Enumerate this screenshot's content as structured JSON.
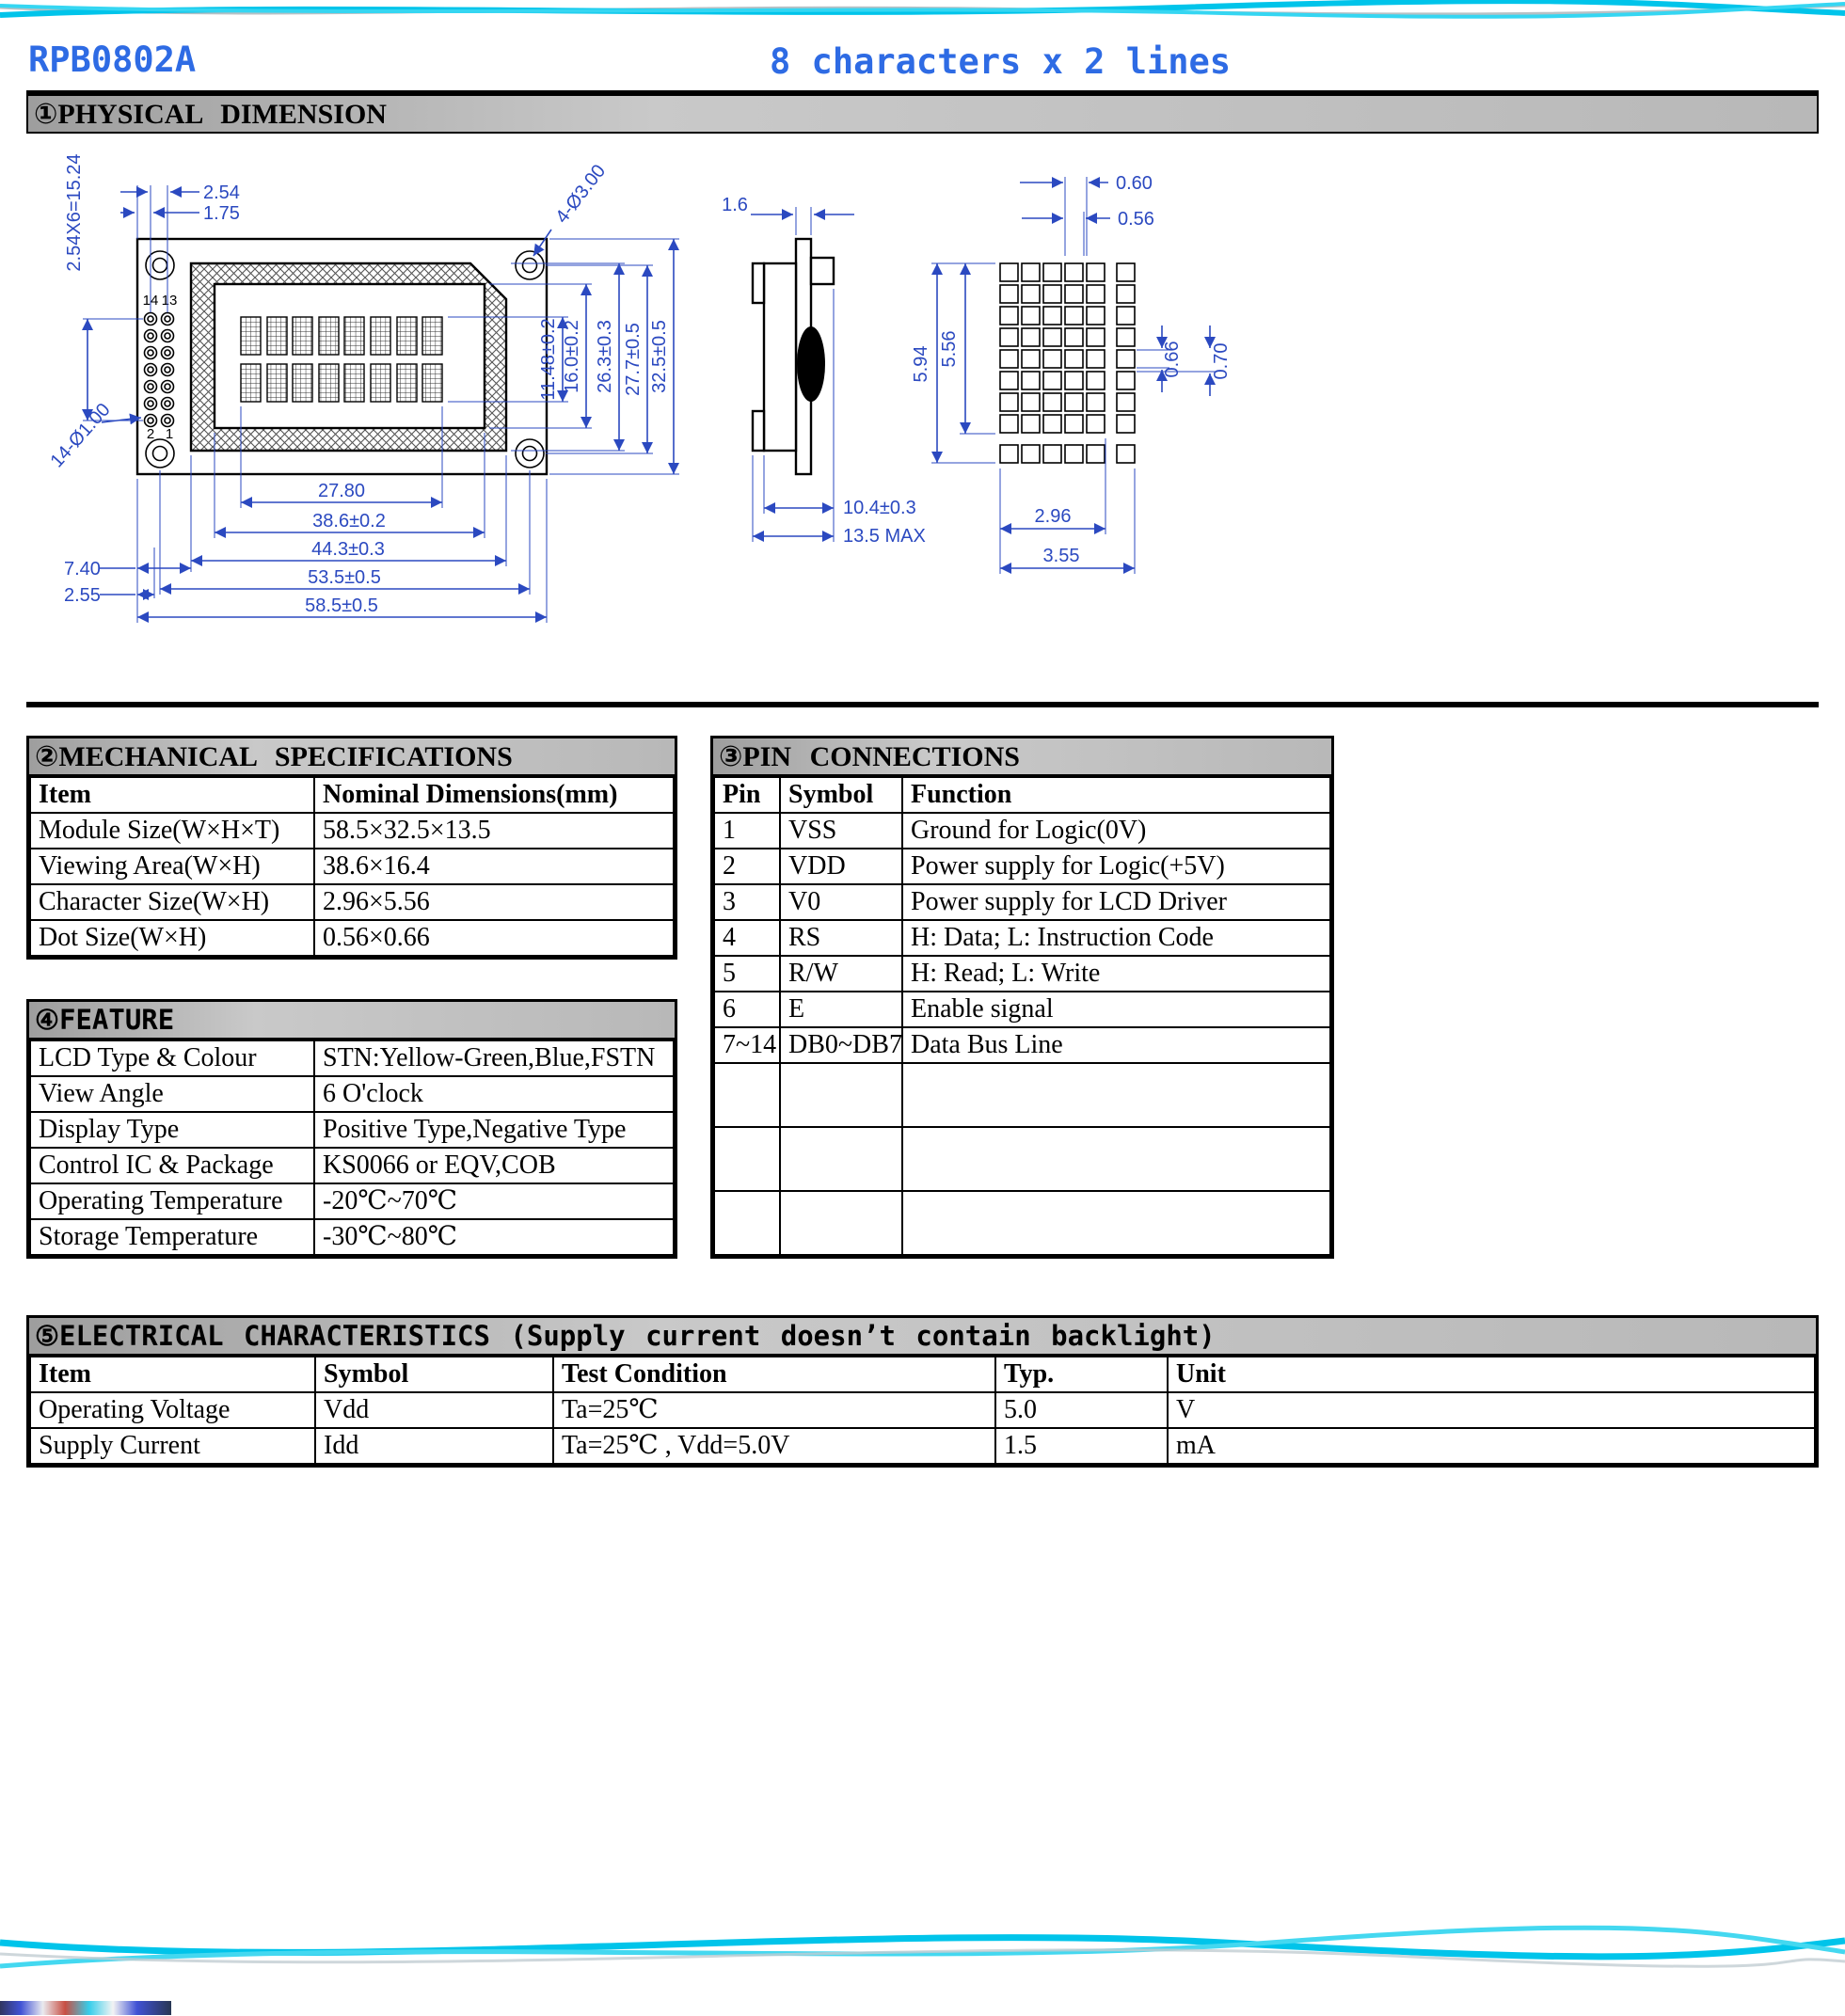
{
  "header": {
    "model": "RPB0802A",
    "subtitle": "8 characters x 2 lines"
  },
  "colors": {
    "accent_blue": "#2e6be4",
    "dimension_blue": "#2b49c0",
    "swoosh_cyan": "#00c4ea",
    "section_bar_gray": "#b8b8b8"
  },
  "sections": {
    "physical": {
      "title": "①PHYSICAL DIMENSION"
    },
    "mechanical": {
      "title": "②MECHANICAL SPECIFICATIONS",
      "headers": [
        "Item",
        "Nominal Dimensions(mm)"
      ],
      "rows": [
        [
          "Module Size(W×H×T)",
          "58.5×32.5×13.5"
        ],
        [
          "Viewing Area(W×H)",
          "38.6×16.4"
        ],
        [
          "Character Size(W×H)",
          "2.96×5.56"
        ],
        [
          "Dot Size(W×H)",
          "0.56×0.66"
        ]
      ]
    },
    "pins": {
      "title": "③PIN CONNECTIONS",
      "headers": [
        "Pin",
        "Symbol",
        "Function"
      ],
      "rows": [
        [
          "1",
          "VSS",
          "Ground for Logic(0V)"
        ],
        [
          "2",
          "VDD",
          "Power supply for Logic(+5V)"
        ],
        [
          "3",
          "V0",
          "Power supply for LCD Driver"
        ],
        [
          "4",
          "RS",
          "H: Data;  L: Instruction Code"
        ],
        [
          "5",
          "R/W",
          "H: Read;  L: Write"
        ],
        [
          "6",
          "E",
          "Enable signal"
        ],
        [
          "7~14",
          "DB0~DB7",
          "Data Bus Line"
        ],
        [
          "",
          "",
          ""
        ],
        [
          "",
          "",
          ""
        ],
        [
          "",
          "",
          ""
        ]
      ]
    },
    "feature": {
      "title": "④FEATURE",
      "rows": [
        [
          "LCD Type & Colour",
          "STN:Yellow-Green,Blue,FSTN"
        ],
        [
          "View Angle",
          "6 O'clock"
        ],
        [
          "Display Type",
          "Positive Type,Negative Type"
        ],
        [
          "Control IC & Package",
          "KS0066 or EQV,COB"
        ],
        [
          "Operating Temperature",
          "-20℃~70℃"
        ],
        [
          "Storage Temperature",
          "-30℃~80℃"
        ]
      ]
    },
    "electrical": {
      "title": "⑤ELECTRICAL CHARACTERISTICS (Supply current doesn’t contain backlight)",
      "headers": [
        "Item",
        "Symbol",
        "Test Condition",
        "Typ.",
        "Unit"
      ],
      "rows": [
        [
          "Operating Voltage",
          "Vdd",
          "Ta=25℃",
          "5.0",
          "V"
        ],
        [
          "Supply Current",
          "Idd",
          "Ta=25℃ , Vdd=5.0V",
          "1.5",
          "mA"
        ]
      ]
    }
  },
  "drawing": {
    "front": {
      "pin_pitch_total": "2.54X6=15.24",
      "pin_pitch": "2.54",
      "pin_edge": "1.75",
      "mount_hole": "4-Ø3.00",
      "pin_hole": "14-Ø1.00",
      "pin_14": "14",
      "pin_13": "13",
      "pin_2": "2",
      "pin_1": "1",
      "char_area_h": "11.48±0.2",
      "window_h": "16.0±0.2",
      "bezel_h": "26.3±0.3",
      "hole_span_v": "27.7±0.5",
      "module_h": "32.5±0.5",
      "char_area_w": "27.80",
      "view_area_w": "38.6±0.2",
      "bezel_w": "44.3±0.3",
      "hole_span_h": "53.5±0.5",
      "module_w": "58.5±0.5",
      "edge_offset_1": "7.40",
      "edge_offset_2": "2.55"
    },
    "side": {
      "pcb_t": "1.6",
      "module_t": "10.4±0.3",
      "module_t_max": "13.5 MAX"
    },
    "dot": {
      "dot_pitch_w": "0.60",
      "dot_w": "0.56",
      "char_pitch_h": "5.94",
      "char_h": "5.56",
      "dot_h": "0.66",
      "dot_pitch_h": "0.70",
      "char_w": "2.96",
      "char_pitch_w": "3.55"
    }
  }
}
